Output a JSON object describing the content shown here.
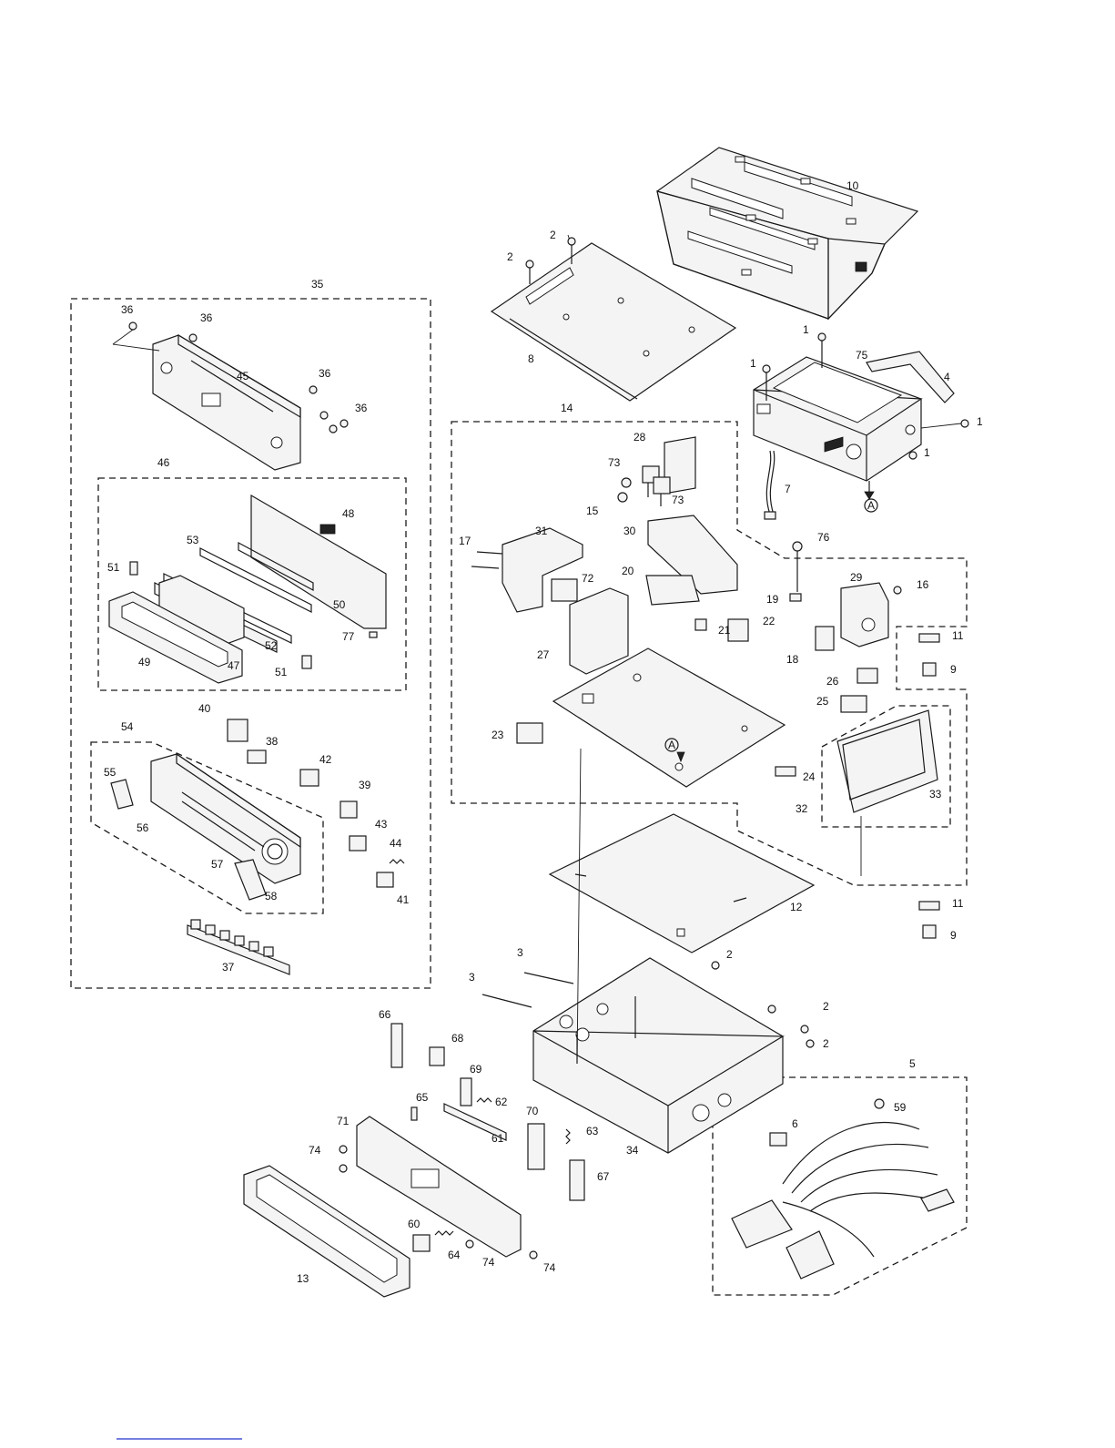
{
  "diagram": {
    "callouts": [
      {
        "id": "c10",
        "text": "10"
      },
      {
        "id": "c2a",
        "text": "2"
      },
      {
        "id": "c2b",
        "text": "2"
      },
      {
        "id": "c8",
        "text": "8"
      },
      {
        "id": "c1a",
        "text": "1"
      },
      {
        "id": "c75",
        "text": "75"
      },
      {
        "id": "c1b",
        "text": "1"
      },
      {
        "id": "c4",
        "text": "4"
      },
      {
        "id": "c1c",
        "text": "1"
      },
      {
        "id": "c1d",
        "text": "1"
      },
      {
        "id": "c7",
        "text": "7"
      },
      {
        "id": "cA1",
        "text": "A"
      },
      {
        "id": "c35",
        "text": "35"
      },
      {
        "id": "c36a",
        "text": "36"
      },
      {
        "id": "c36b",
        "text": "36"
      },
      {
        "id": "c45",
        "text": "45"
      },
      {
        "id": "c36c",
        "text": "36"
      },
      {
        "id": "c36d",
        "text": "36"
      },
      {
        "id": "c46",
        "text": "46"
      },
      {
        "id": "c48",
        "text": "48"
      },
      {
        "id": "c53",
        "text": "53"
      },
      {
        "id": "c51a",
        "text": "51"
      },
      {
        "id": "c50",
        "text": "50"
      },
      {
        "id": "c77",
        "text": "77"
      },
      {
        "id": "c52",
        "text": "52"
      },
      {
        "id": "c49",
        "text": "49"
      },
      {
        "id": "c47",
        "text": "47"
      },
      {
        "id": "c51b",
        "text": "51"
      },
      {
        "id": "c14",
        "text": "14"
      },
      {
        "id": "c28",
        "text": "28"
      },
      {
        "id": "c73a",
        "text": "73"
      },
      {
        "id": "c15",
        "text": "15"
      },
      {
        "id": "c73b",
        "text": "73"
      },
      {
        "id": "c17",
        "text": "17"
      },
      {
        "id": "c31",
        "text": "31"
      },
      {
        "id": "c30",
        "text": "30"
      },
      {
        "id": "c76",
        "text": "76"
      },
      {
        "id": "c20",
        "text": "20"
      },
      {
        "id": "c72",
        "text": "72"
      },
      {
        "id": "c19",
        "text": "19"
      },
      {
        "id": "c29",
        "text": "29"
      },
      {
        "id": "c16",
        "text": "16"
      },
      {
        "id": "c22",
        "text": "22"
      },
      {
        "id": "c21",
        "text": "21"
      },
      {
        "id": "c27",
        "text": "27"
      },
      {
        "id": "c18",
        "text": "18"
      },
      {
        "id": "c11a",
        "text": "11"
      },
      {
        "id": "c9a",
        "text": "9"
      },
      {
        "id": "c26",
        "text": "26"
      },
      {
        "id": "c25",
        "text": "25"
      },
      {
        "id": "c23",
        "text": "23"
      },
      {
        "id": "cA2",
        "text": "A"
      },
      {
        "id": "c24",
        "text": "24"
      },
      {
        "id": "c32",
        "text": "32"
      },
      {
        "id": "c33",
        "text": "33"
      },
      {
        "id": "c40",
        "text": "40"
      },
      {
        "id": "c54",
        "text": "54"
      },
      {
        "id": "c38",
        "text": "38"
      },
      {
        "id": "c42",
        "text": "42"
      },
      {
        "id": "c55",
        "text": "55"
      },
      {
        "id": "c39",
        "text": "39"
      },
      {
        "id": "c56",
        "text": "56"
      },
      {
        "id": "c43",
        "text": "43"
      },
      {
        "id": "c44",
        "text": "44"
      },
      {
        "id": "c57",
        "text": "57"
      },
      {
        "id": "c58",
        "text": "58"
      },
      {
        "id": "c41",
        "text": "41"
      },
      {
        "id": "c37",
        "text": "37"
      },
      {
        "id": "c12",
        "text": "12"
      },
      {
        "id": "c11b",
        "text": "11"
      },
      {
        "id": "c9b",
        "text": "9"
      },
      {
        "id": "c3a",
        "text": "3"
      },
      {
        "id": "c2c",
        "text": "2"
      },
      {
        "id": "c3b",
        "text": "3"
      },
      {
        "id": "c2d",
        "text": "2"
      },
      {
        "id": "c2e",
        "text": "2"
      },
      {
        "id": "c66",
        "text": "66"
      },
      {
        "id": "c68",
        "text": "68"
      },
      {
        "id": "c69",
        "text": "69"
      },
      {
        "id": "c62",
        "text": "62"
      },
      {
        "id": "c65",
        "text": "65"
      },
      {
        "id": "c5",
        "text": "5"
      },
      {
        "id": "c59",
        "text": "59"
      },
      {
        "id": "c6",
        "text": "6"
      },
      {
        "id": "c70",
        "text": "70"
      },
      {
        "id": "c71",
        "text": "71"
      },
      {
        "id": "c61",
        "text": "61"
      },
      {
        "id": "c63",
        "text": "63"
      },
      {
        "id": "c74a",
        "text": "74"
      },
      {
        "id": "c74b",
        "text": "74"
      },
      {
        "id": "c34",
        "text": "34"
      },
      {
        "id": "c67",
        "text": "67"
      },
      {
        "id": "c60",
        "text": "60"
      },
      {
        "id": "c64",
        "text": "64"
      },
      {
        "id": "c74c",
        "text": "74"
      },
      {
        "id": "c74d",
        "text": "74"
      },
      {
        "id": "c13",
        "text": "13"
      }
    ]
  }
}
